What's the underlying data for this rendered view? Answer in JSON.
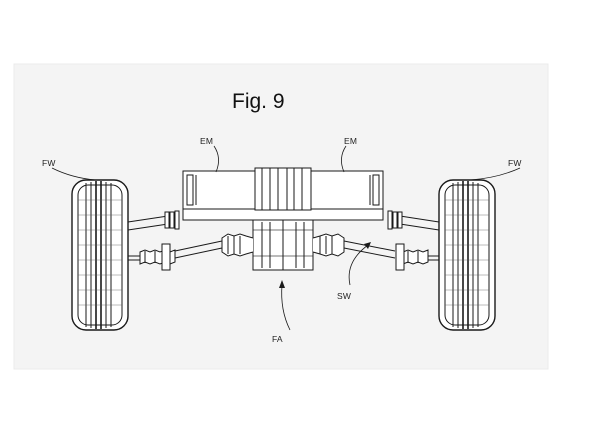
{
  "figure": {
    "title": "Fig. 9",
    "labels": {
      "em_left": "EM",
      "em_right": "EM",
      "fw_left": "FW",
      "fw_right": "FW",
      "sw": "SW",
      "fa": "FA"
    }
  },
  "colors": {
    "stroke": "#1a1a1a",
    "background_noise": "#f0f0f0"
  }
}
